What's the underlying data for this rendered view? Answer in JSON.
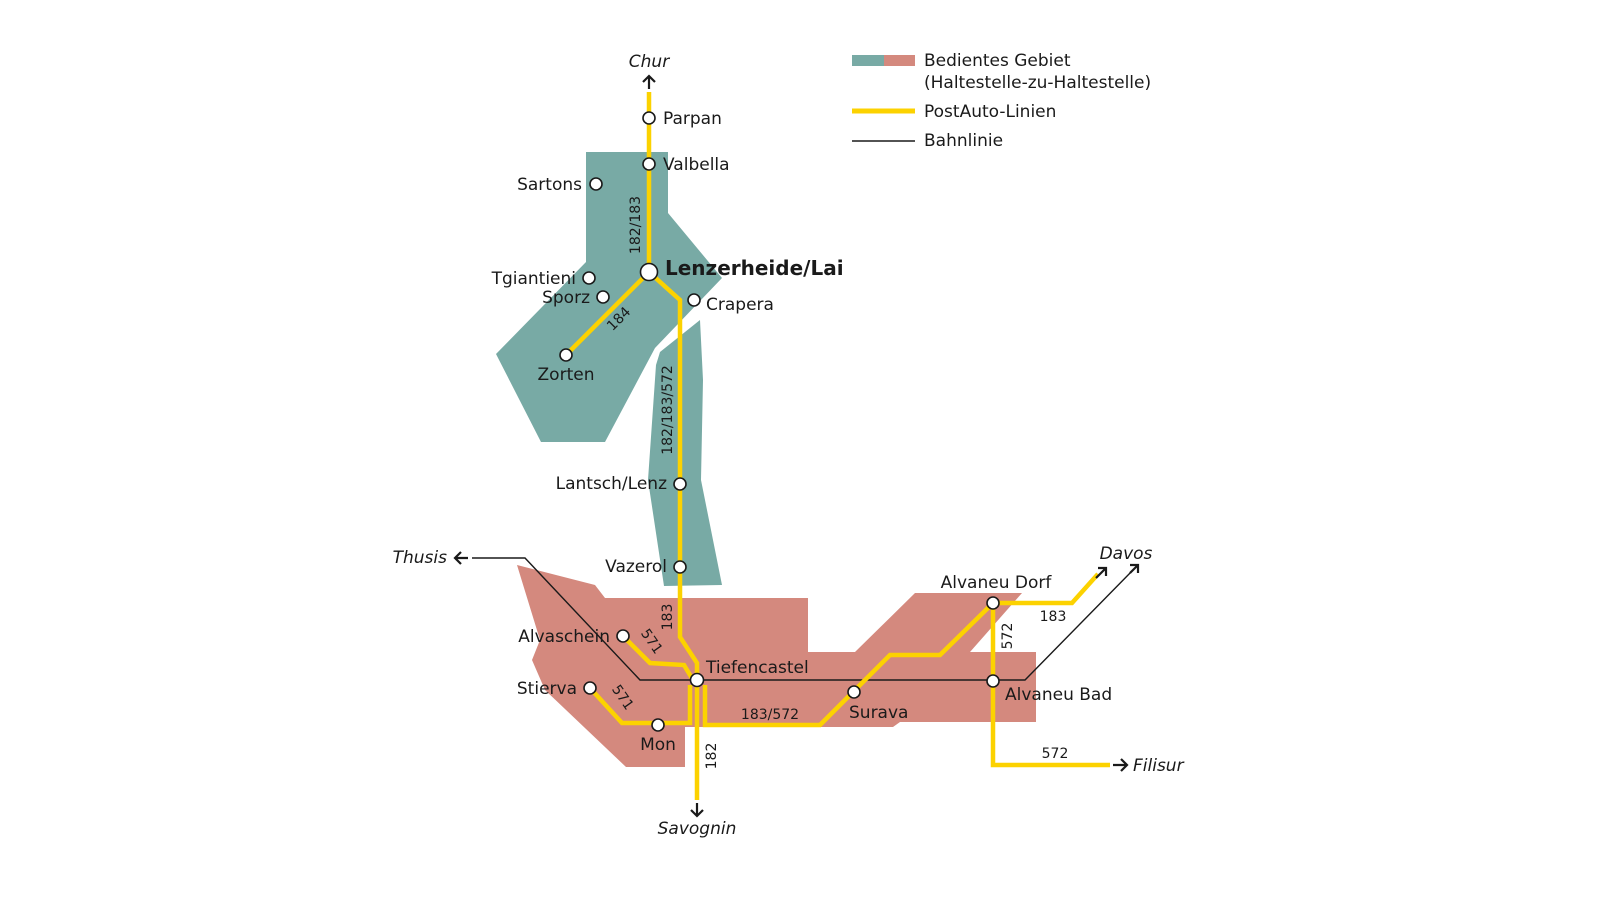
{
  "colors": {
    "zone_teal": "#78aaa5",
    "zone_salmon": "#d4897e",
    "bus_line": "#fcd200",
    "rail_line": "#1a1a1a"
  },
  "legend": {
    "area_label": "Bedientes Gebiet",
    "area_sub": "(Haltestelle-zu-Haltestelle)",
    "bus_label": "PostAuto-Linien",
    "rail_label": "Bahnlinie"
  },
  "destinations": {
    "chur": "Chur",
    "thusis": "Thusis",
    "savognin": "Savognin",
    "davos": "Davos",
    "filisur": "Filisur"
  },
  "stations": {
    "parpan": "Parpan",
    "valbella": "Valbella",
    "sartons": "Sartons",
    "lenzerheide": "Lenzerheide/Lai",
    "tgiantieni": "Tgiantieni",
    "sporz": "Sporz",
    "crapera": "Crapera",
    "zorten": "Zorten",
    "lantsch": "Lantsch/Lenz",
    "vazerol": "Vazerol",
    "alvaschein": "Alvaschein",
    "tiefencastel": "Tiefencastel",
    "stierva": "Stierva",
    "mon": "Mon",
    "surava": "Surava",
    "alvaneu_dorf": "Alvaneu Dorf",
    "alvaneu_bad": "Alvaneu Bad"
  },
  "routes": {
    "r182_183": "182/183",
    "r184": "184",
    "r182_183_572": "182/183/572",
    "r183_a": "183",
    "r571_a": "571",
    "r571_b": "571",
    "r183_572": "183/572",
    "r182": "182",
    "r183_b": "183",
    "r572_a": "572",
    "r572_b": "572"
  }
}
